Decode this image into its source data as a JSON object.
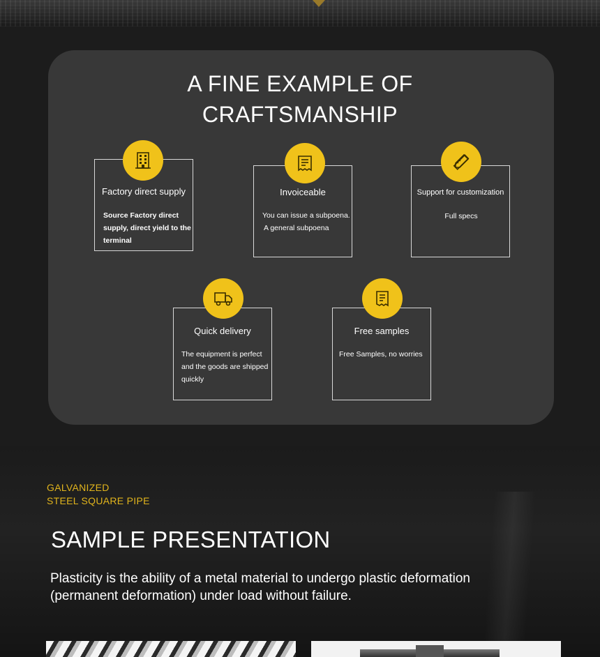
{
  "panel": {
    "title_line1": "A FINE EXAMPLE OF",
    "title_line2": "CRAFTSMANSHIP"
  },
  "features": [
    {
      "label": "Factory direct supply",
      "desc": [
        "Source Factory direct",
        "supply, direct yield to the",
        "terminal"
      ],
      "icon": "building-icon"
    },
    {
      "label": "Invoiceable",
      "desc": [
        "You can issue a subpoena.",
        "A general subpoena"
      ],
      "icon": "invoice-icon"
    },
    {
      "label": "Support for customization",
      "desc": [
        "Full specs"
      ],
      "icon": "pencil-ruler-icon"
    },
    {
      "label": "Quick delivery",
      "desc": [
        "The equipment is perfect",
        "and the goods are shipped",
        "quickly"
      ],
      "icon": "truck-icon"
    },
    {
      "label": "Free samples",
      "desc": [
        "Free Samples, no worries"
      ],
      "icon": "document-icon"
    }
  ],
  "section": {
    "eyebrow_line1": "GALVANIZED",
    "eyebrow_line2": "STEEL SQUARE PIPE",
    "title": "SAMPLE PRESENTATION",
    "desc_line1": "Plasticity is the ability of a metal material to undergo plastic deformation",
    "desc_line2": "(permanent deformation) under load without failure."
  },
  "colors": {
    "accent": "#f0c21a",
    "eyebrow": "#e1b41c",
    "panel_bg": "#383838",
    "page_bg": "#1c1c1c"
  }
}
